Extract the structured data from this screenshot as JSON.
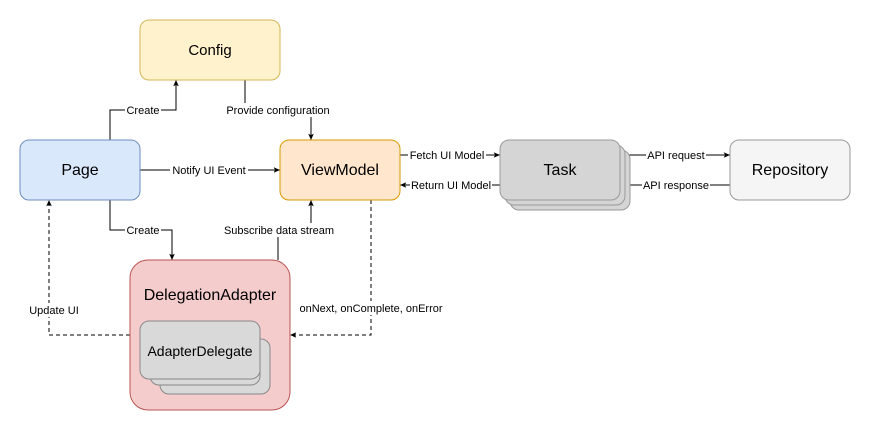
{
  "nodes": {
    "config": "Config",
    "page": "Page",
    "viewmodel": "ViewModel",
    "task": "Task",
    "repository": "Repository",
    "delegation_adapter": "DelegationAdapter",
    "adapter_delegate": "AdapterDelegate"
  },
  "edges": {
    "page_create_config": "Create",
    "provide_configuration": "Provide configuration",
    "notify_ui_event": "Notify UI Event",
    "fetch_ui_model": "Fetch UI Model",
    "return_ui_model": "Return UI Model",
    "api_request": "API request",
    "api_response": "API response",
    "page_create_adapter": "Create",
    "subscribe_data_stream": "Subscribe data stream",
    "update_ui": "Update UI",
    "on_next": "onNext, onComplete, onError"
  },
  "colors": {
    "config_fill": "#FFF2CC",
    "config_stroke": "#D6B656",
    "page_fill": "#DAE8FC",
    "page_stroke": "#6C8EBF",
    "viewmodel_fill": "#FFE6CC",
    "viewmodel_stroke": "#D79B00",
    "task_fill": "#D5D5D5",
    "task_stroke": "#999999",
    "repository_fill": "#F5F5F5",
    "repository_stroke": "#999999",
    "adapter_fill": "#F4CCCC",
    "adapter_stroke": "#B85450",
    "delegate_fill": "#D9D9D9",
    "delegate_stroke": "#888888",
    "edge": "#000000"
  }
}
